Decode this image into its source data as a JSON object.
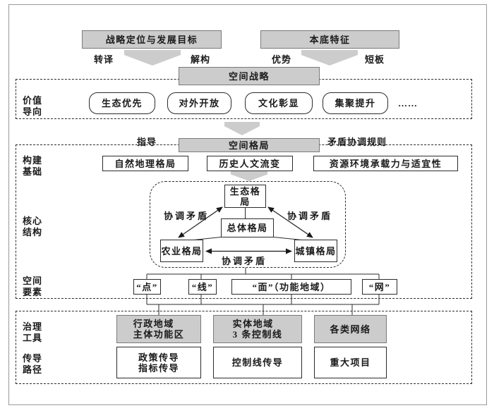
{
  "figure": {
    "top": {
      "strategic_goals": "战略定位与发展目标",
      "base_features": "本底特征",
      "translate": "转译",
      "deconstruct": "解构",
      "advantages": "优势",
      "shortcomings": "短板",
      "spatial_strategy": "空间战略"
    },
    "values": {
      "side_label": "价值\n导向",
      "items": [
        "生态优先",
        "对外开放",
        "文化彰显",
        "集聚提升"
      ],
      "ellipsis": "……"
    },
    "between": {
      "guidance": "指导",
      "conflict_rules": "矛盾协调规则",
      "spatial_pattern": "空间格局"
    },
    "foundation": {
      "side_label": "构建\n基础",
      "items": [
        "自然地理格局",
        "历史人文流变",
        "资源环境承载力与适宜性"
      ]
    },
    "core": {
      "side_label": "核心\n结构",
      "eco_pattern": "生态格局",
      "overall_pattern": "总体格局",
      "agri_pattern": "农业格局",
      "urban_pattern": "城镇格局",
      "coordinate_left": "协调矛盾",
      "coordinate_right": "协调矛盾",
      "coordinate_bottom": "协调矛盾"
    },
    "elements": {
      "side_label": "空间\n要素",
      "point": "“点”",
      "line": "“线”",
      "area": "“面”（功能地域）",
      "network": "“网”"
    },
    "tools": {
      "side_label": "治理\n工具",
      "items": [
        "行政地域\n主体功能区",
        "实体地域\n3 条控制线",
        "各类网络"
      ]
    },
    "paths": {
      "side_label": "传导\n路径",
      "items": [
        "政策传导\n指标传导",
        "控制线传导",
        "重大项目"
      ]
    }
  },
  "colors": {
    "box_fill_gray": "#cccccc",
    "box_border_gray": "#7a7a7a",
    "arrow_gray": "#cccccc",
    "line_dark": "#2b2b2b",
    "outer_border": "#9a9a9a"
  }
}
